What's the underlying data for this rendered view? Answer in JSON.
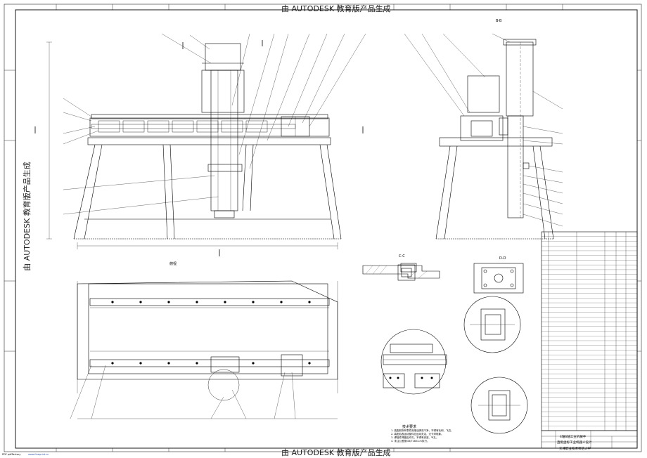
{
  "watermark": "由 AUTODESK 教育版产品生成",
  "view_labels": {
    "section_bb": "B-B",
    "bottom_view": "俯视",
    "section_cc": "C-C",
    "section_dd": "D-D"
  },
  "technical_requirements": {
    "title": "技术要求",
    "notes": "1. 装配前所有零件用煤油清洗干净，不得有毛刺、飞边。\n2. 装配后各运动部件应运动灵活，无卡滞现象。\n3. 焊接件焊缝应均匀，不得有夹渣、气孔。\n4. 未注公差按GB/T1804-m执行。"
  },
  "title_block": {
    "line1": "4轴6轴工业机械手",
    "line2": "直角坐标工业机器人设计",
    "line3": "天津职业技术师范大学"
  },
  "footer": {
    "left": "PDF pdfFactory",
    "url": "www.fineprint.cn"
  },
  "bom": {
    "row_count": 42
  }
}
